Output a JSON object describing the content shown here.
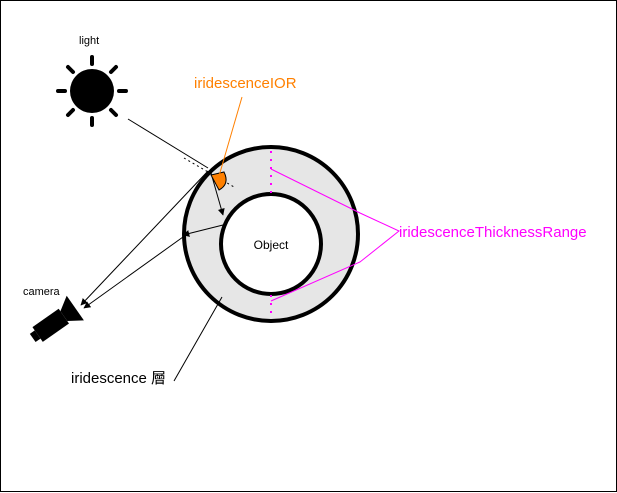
{
  "labels": {
    "light": "light",
    "camera": "camera",
    "object": "Object",
    "ior": "iridescenceIOR",
    "thickness": "iridescenceThicknessRange",
    "layer": "iridescence 層"
  },
  "colors": {
    "ior": "#ff8000",
    "thickness": "#ff00ff",
    "layer_fill": "#e6e6e6",
    "stroke": "#000000",
    "background": "#ffffff"
  },
  "icons": {
    "light": "sun-icon",
    "camera": "camera-icon"
  }
}
